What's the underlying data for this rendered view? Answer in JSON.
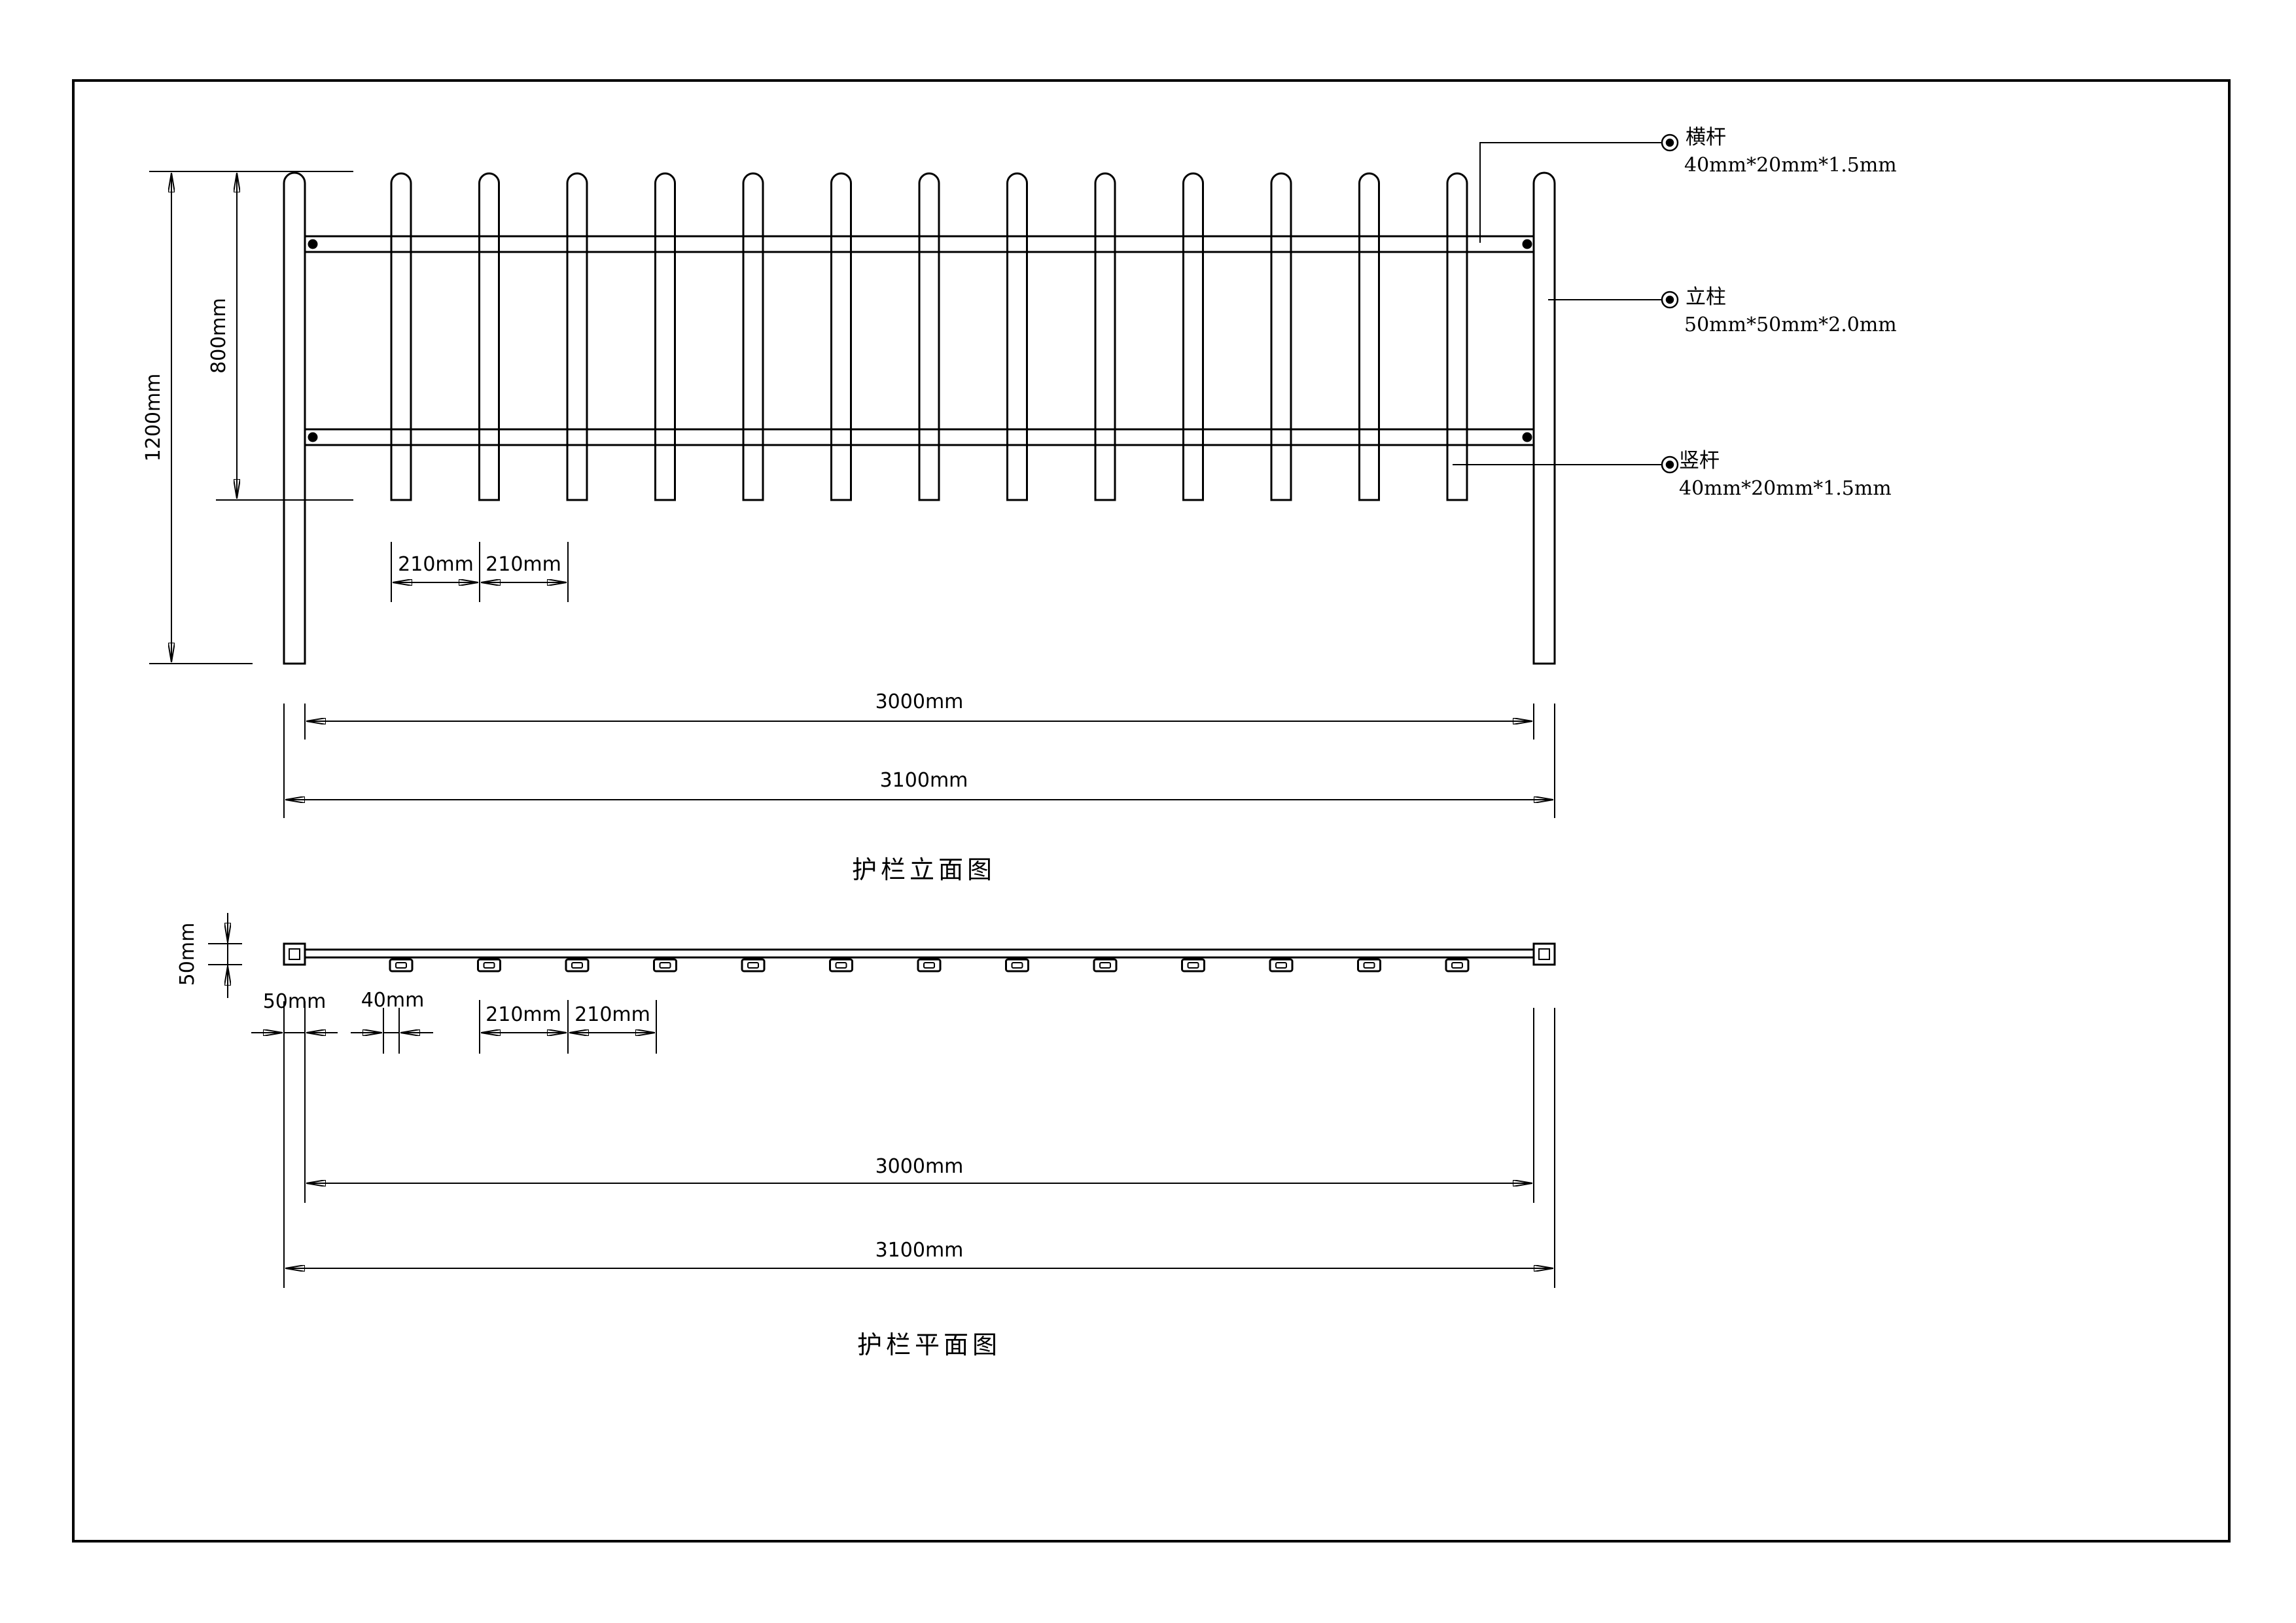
{
  "elevation": {
    "title": "护栏立面图",
    "dim_height_total": "1200mm",
    "dim_height_picket": "800mm",
    "dim_spacing_1": "210mm",
    "dim_spacing_2": "210mm",
    "dim_length_inner": "3000mm",
    "dim_length_outer": "3100mm"
  },
  "plan": {
    "title": "护栏平面图",
    "dim_post_depth": "50mm",
    "dim_post_width": "50mm",
    "dim_picket_width": "40mm",
    "dim_spacing_1": "210mm",
    "dim_spacing_2": "210mm",
    "dim_length_inner": "3000mm",
    "dim_length_outer": "3100mm"
  },
  "callouts": [
    {
      "name": "横杆",
      "spec": "40mm*20mm*1.5mm"
    },
    {
      "name": "立柱",
      "spec": "50mm*50mm*2.0mm"
    },
    {
      "name": "竖杆",
      "spec": "40mm*20mm*1.5mm"
    }
  ],
  "picket_count": 13
}
